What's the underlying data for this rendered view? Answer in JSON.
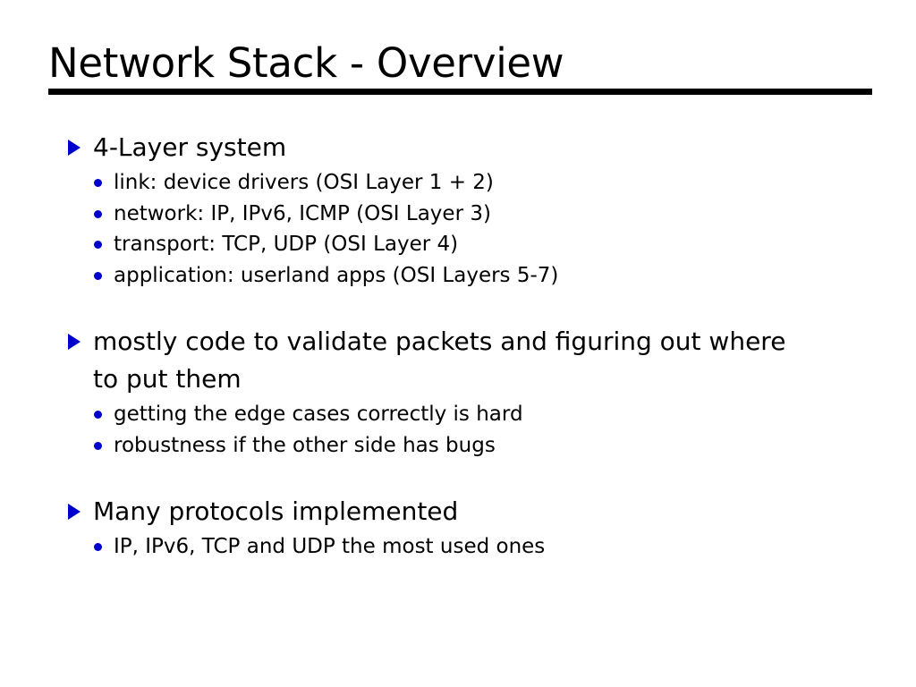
{
  "slide": {
    "title": "Network Stack - Overview",
    "background_color": "#ffffff",
    "text_color": "#000000",
    "bullet_color": "#0000CC",
    "rule_color": "#000000",
    "blocks": [
      {
        "heading": "4-Layer system",
        "sub_items": [
          "link: device drivers (OSI Layer 1 + 2)",
          "network: IP, IPv6, ICMP (OSI Layer 3)",
          "transport: TCP, UDP (OSI Layer 4)",
          "application: userland apps (OSI Layers 5-7)"
        ]
      },
      {
        "heading": "mostly code to validate packets and figuring out where to put them",
        "sub_items": [
          "getting the edge cases correctly is hard",
          "robustness if the other side has bugs"
        ]
      },
      {
        "heading": "Many protocols implemented",
        "sub_items": [
          "IP, IPv6, TCP and UDP the most used ones"
        ]
      }
    ]
  }
}
